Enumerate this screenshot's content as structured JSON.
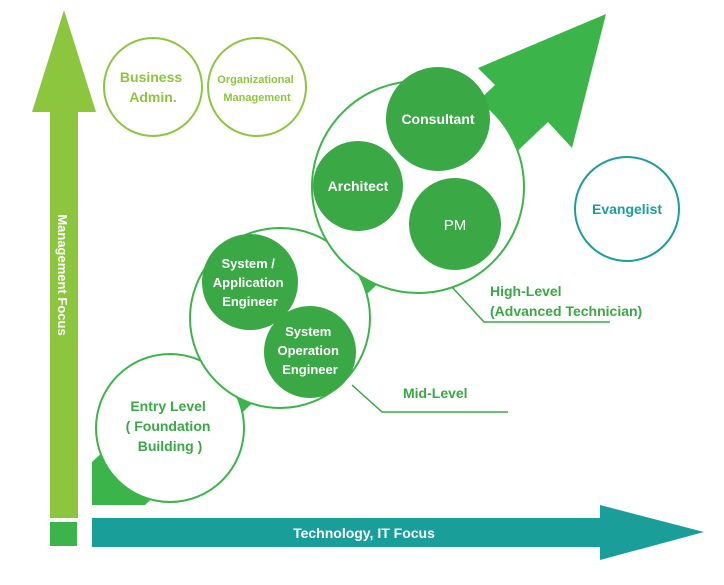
{
  "colors": {
    "light_green": "#8cc63f",
    "green": "#3bb54a",
    "dark_green": "#3aa845",
    "teal": "#1a9e9a",
    "white": "#ffffff"
  },
  "axes": {
    "vertical_label": "Management Focus",
    "horizontal_label": "Technology, IT Focus"
  },
  "roles": {
    "business_admin": [
      "Business",
      "Admin."
    ],
    "organizational_management": [
      "Organizational",
      "Management"
    ],
    "evangelist": "Evangelist",
    "consultant": "Consultant",
    "architect": "Architect",
    "pm": "PM",
    "system_application_engineer": [
      "System /",
      "Application",
      "Engineer"
    ],
    "system_operation_engineer": [
      "System",
      "Operation",
      "Engineer"
    ]
  },
  "levels": {
    "entry": [
      "Entry Level",
      "( Foundation",
      "Building )"
    ],
    "mid": "Mid-Level",
    "high": [
      "High-Level",
      "(Advanced Technician)"
    ]
  }
}
